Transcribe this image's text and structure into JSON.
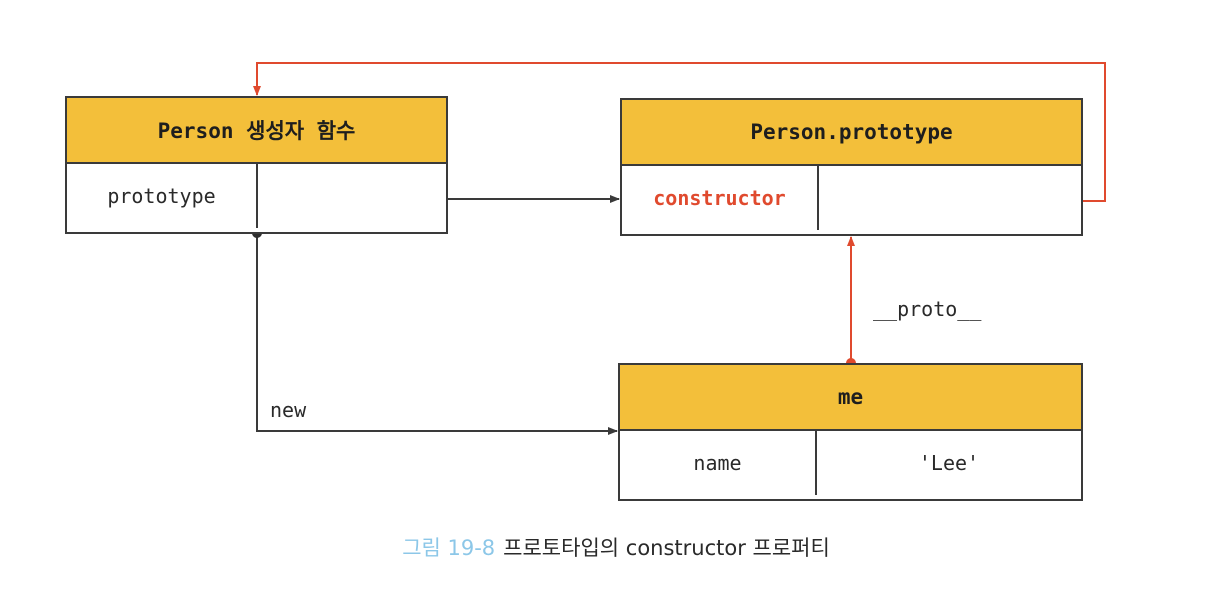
{
  "person_fn": {
    "title": "Person 생성자 함수",
    "row_key": "prototype"
  },
  "person_proto": {
    "title": "Person.prototype",
    "row_key": "constructor"
  },
  "me": {
    "title": "me",
    "row_key": "name",
    "row_value": "'Lee'"
  },
  "labels": {
    "proto_link": "__proto__",
    "new": "new"
  },
  "caption": {
    "figure_number": "그림 19-8",
    "text": "프로토타입의 constructor 프로퍼티"
  },
  "colors": {
    "header_fill": "#f3bf3a",
    "highlight_red": "#e04a2e",
    "caption_blue": "#8cc7e8",
    "line_dark": "#3a3a3a"
  }
}
